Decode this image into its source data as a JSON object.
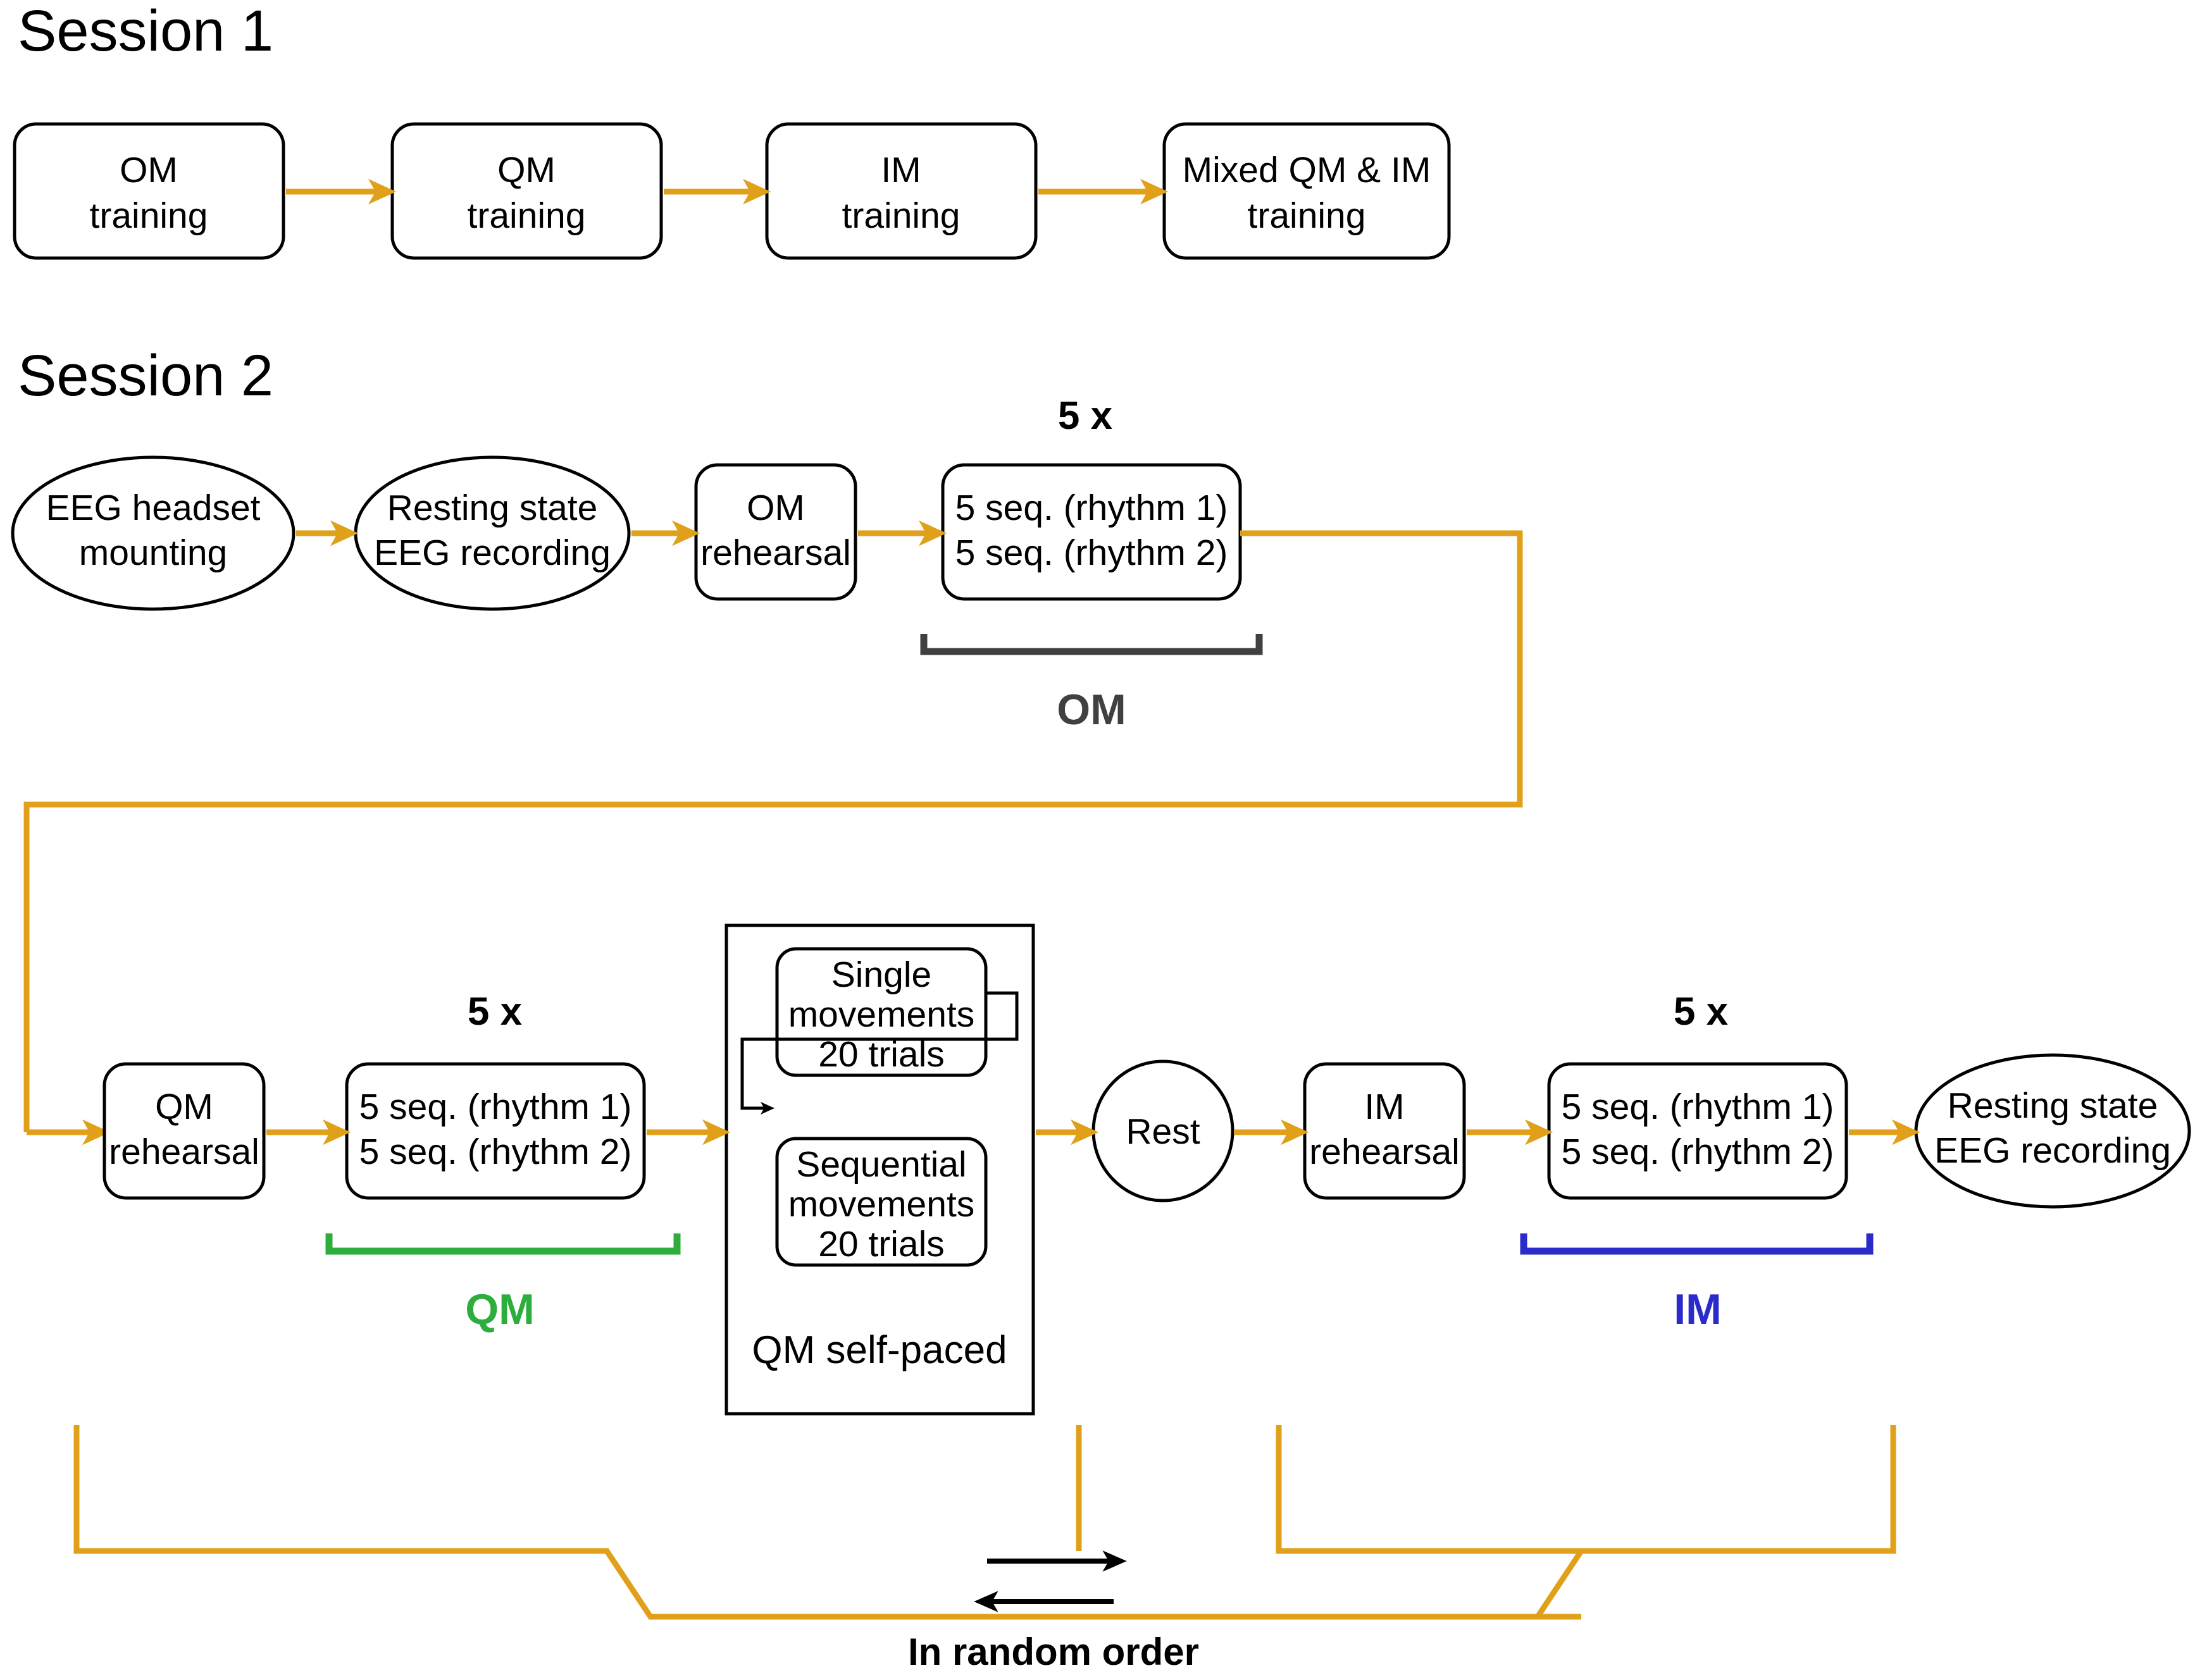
{
  "figure": {
    "type": "experimental-protocol-flowchart",
    "background": "#ffffff",
    "colors": {
      "flow_arrow": "#E0A01A",
      "node_stroke": "#000000",
      "om_bracket": "#404040",
      "qm_bracket": "#2CAD3C",
      "im_bracket": "#2B2BCC",
      "text": "#000000"
    }
  },
  "session1": {
    "title": "Session 1",
    "nodes": [
      {
        "line1": "OM",
        "line2": "training"
      },
      {
        "line1": "QM",
        "line2": "training"
      },
      {
        "line1": "IM",
        "line2": "training"
      },
      {
        "line1": "Mixed QM & IM",
        "line2": "training"
      }
    ]
  },
  "session2": {
    "title": "Session 2",
    "row1": {
      "eeg_mounting": {
        "line1": "EEG headset",
        "line2": "mounting"
      },
      "resting_pre": {
        "line1": "Resting state",
        "line2": "EEG recording"
      },
      "om_rehearsal": {
        "line1": "OM",
        "line2": "rehearsal"
      },
      "om_block": {
        "repeat": "5 x",
        "line1": "5 seq. (rhythm 1)",
        "line2": "5 seq. (rhythm 2)"
      },
      "om_bracket_label": "OM"
    },
    "row2": {
      "qm_rehearsal": {
        "line1": "QM",
        "line2": "rehearsal"
      },
      "qm_block": {
        "repeat": "5 x",
        "line1": "5 seq. (rhythm 1)",
        "line2": "5 seq. (rhythm 2)"
      },
      "qm_bracket_label": "QM",
      "self_paced": {
        "caption": "QM self-paced",
        "single": {
          "line1": "Single",
          "line2": "movements",
          "line3": "20 trials"
        },
        "sequential": {
          "line1": "Sequential",
          "line2": "movements",
          "line3": "20 trials"
        }
      },
      "rest": {
        "line1": "Rest"
      },
      "im_rehearsal": {
        "line1": "IM",
        "line2": "rehearsal"
      },
      "im_block": {
        "repeat": "5 x",
        "line1": "5 seq. (rhythm 1)",
        "line2": "5 seq. (rhythm 2)"
      },
      "im_bracket_label": "IM",
      "resting_post": {
        "line1": "Resting state",
        "line2": "EEG recording"
      }
    },
    "randomization": {
      "label": "In random order"
    }
  }
}
